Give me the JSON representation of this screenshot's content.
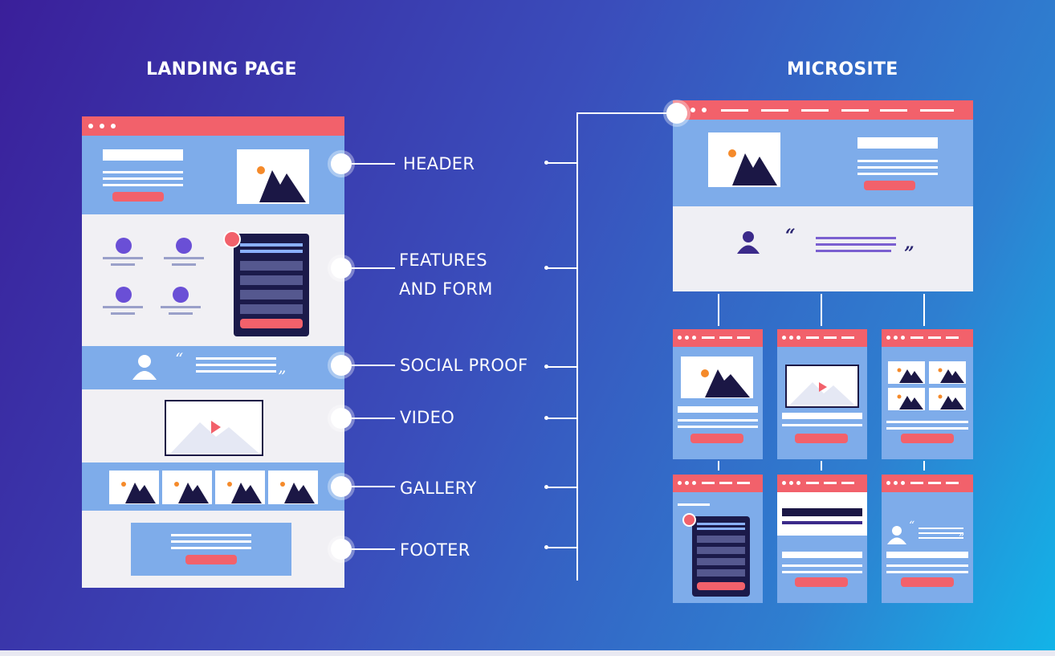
{
  "landing_page": {
    "title": "LANDING PAGE"
  },
  "microsite": {
    "title": "MICROSITE"
  },
  "sections": [
    {
      "line1": "HEADER",
      "line2": ""
    },
    {
      "line1": "FEATURES",
      "line2": "AND FORM"
    },
    {
      "line1": "SOCIAL PROOF",
      "line2": ""
    },
    {
      "line1": "VIDEO",
      "line2": ""
    },
    {
      "line1": "GALLERY",
      "line2": ""
    },
    {
      "line1": "FOOTER",
      "line2": ""
    }
  ],
  "colors": {
    "accent_red": "#f2616b",
    "section_blue": "#7eacea",
    "form_dark": "#1b1a4a",
    "feature_purple": "#6a4fd6",
    "mountain_dark": "#1b1745",
    "sun_orange": "#f58a2a"
  },
  "icons": [
    "image-icon",
    "video-play-icon",
    "user-icon",
    "quote-icon",
    "form-icon"
  ]
}
